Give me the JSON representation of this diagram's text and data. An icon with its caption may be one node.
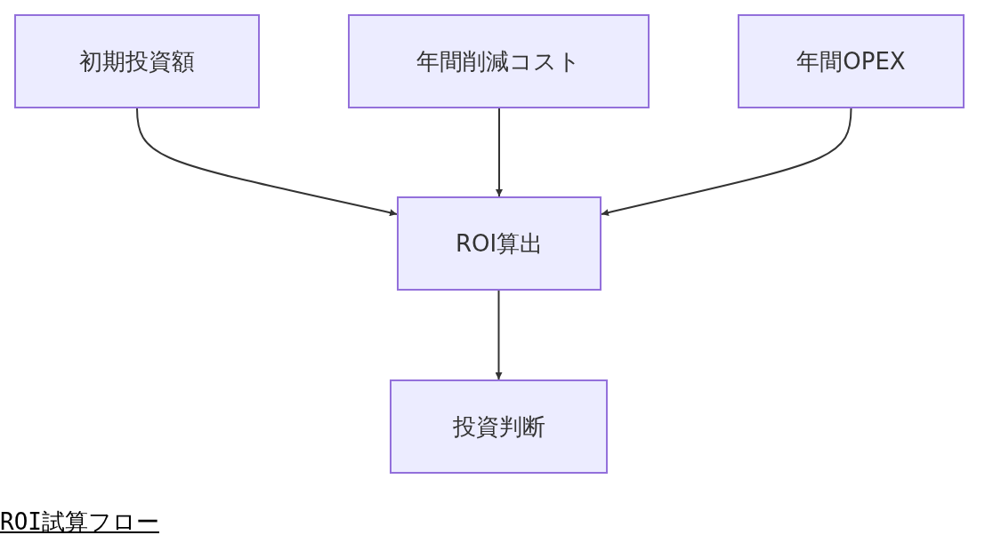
{
  "diagram": {
    "caption": "ROI試算フロー",
    "nodes": [
      {
        "text": [
          "初期投資額"
        ]
      },
      {
        "text": [
          "年間削減コスト"
        ]
      },
      {
        "text": [
          "年間OPEX"
        ]
      },
      {
        "text": [
          "ROI算出"
        ]
      },
      {
        "text": [
          "投資判断"
        ]
      }
    ],
    "edges": [
      {
        "from": 0,
        "to": 3,
        "arrow": "to"
      },
      {
        "from": 1,
        "to": 3,
        "arrow": "to"
      },
      {
        "from": 2,
        "to": 3,
        "arrow": "to"
      },
      {
        "from": 3,
        "to": 4,
        "arrow": "to"
      }
    ]
  }
}
